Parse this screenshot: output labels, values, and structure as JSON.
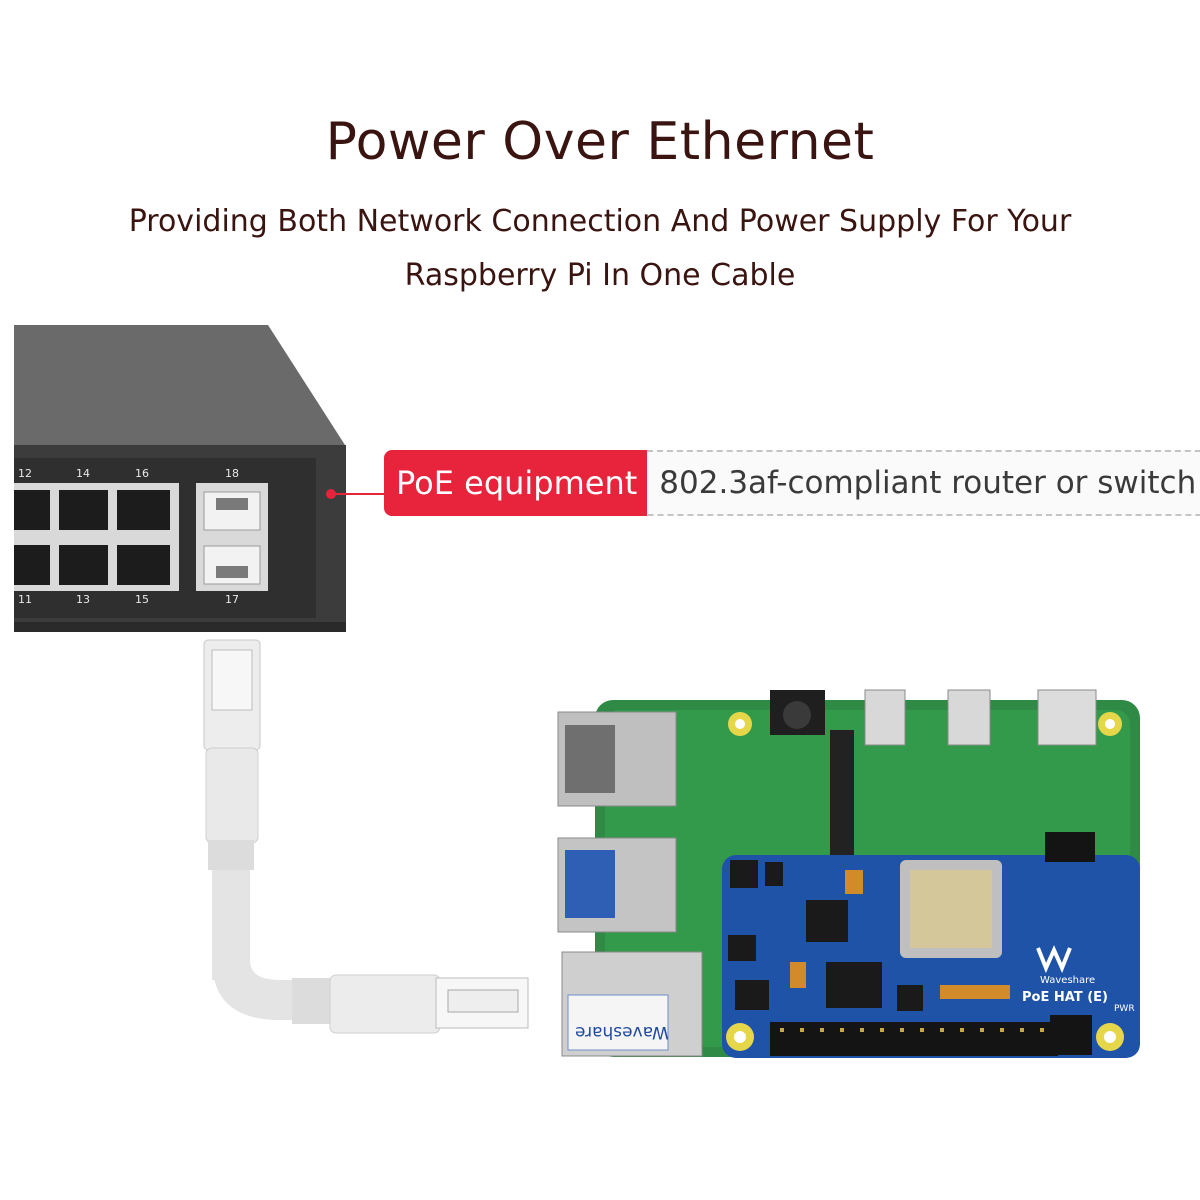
{
  "header": {
    "title": "Power Over Ethernet",
    "subtitle_line1": "Providing Both Network Connection And Power Supply For Your",
    "subtitle_line2": "Raspberry Pi In One Cable"
  },
  "callout": {
    "badge": "PoE equipment",
    "description": "802.3af-compliant router or switch",
    "badge_color": "#e8233c"
  },
  "switch": {
    "port_labels_top": [
      "12",
      "14",
      "16",
      "18"
    ],
    "port_labels_bottom": [
      "11",
      "13",
      "15",
      "17"
    ]
  },
  "board": {
    "brand": "Waveshare",
    "model": "PoE HAT (E)",
    "pwr_label": "PWR",
    "sticker": "Waveshare"
  }
}
